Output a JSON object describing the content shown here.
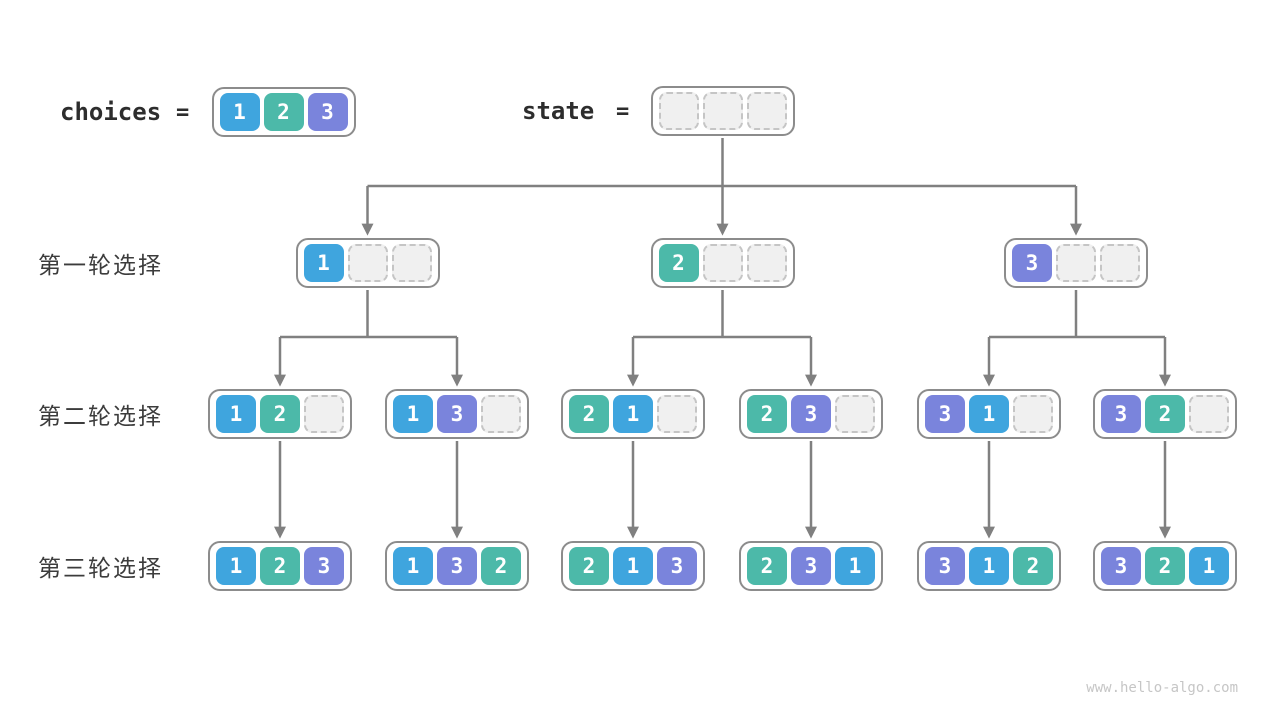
{
  "diagram": {
    "watermark": "www.hello-algo.com",
    "header": {
      "choices_label": "choices",
      "state_label": "state",
      "equals": "=",
      "choices_values": [
        "1",
        "2",
        "3"
      ],
      "state_values": [
        "",
        "",
        ""
      ]
    },
    "rows": [
      {
        "label": "第一轮选择",
        "nodes": [
          [
            "1",
            "",
            ""
          ],
          [
            "2",
            "",
            ""
          ],
          [
            "3",
            "",
            ""
          ]
        ]
      },
      {
        "label": "第二轮选择",
        "nodes": [
          [
            "1",
            "2",
            ""
          ],
          [
            "1",
            "3",
            ""
          ],
          [
            "2",
            "1",
            ""
          ],
          [
            "2",
            "3",
            ""
          ],
          [
            "3",
            "1",
            ""
          ],
          [
            "3",
            "2",
            ""
          ]
        ]
      },
      {
        "label": "第三轮选择",
        "nodes": [
          [
            "1",
            "2",
            "3"
          ],
          [
            "1",
            "3",
            "2"
          ],
          [
            "2",
            "1",
            "3"
          ],
          [
            "2",
            "3",
            "1"
          ],
          [
            "3",
            "1",
            "2"
          ],
          [
            "3",
            "2",
            "1"
          ]
        ]
      }
    ],
    "colors": {
      "value_1": "#3fa5de",
      "value_2": "#4cb9a9",
      "value_3": "#7a84dc",
      "empty_fill": "#f0f0f0",
      "empty_border": "#c5c5c5",
      "container_border": "#8c8c8c",
      "arrow": "#808080",
      "label_text": "#3c3c3c",
      "watermark_text": "#c6c6c6"
    }
  }
}
